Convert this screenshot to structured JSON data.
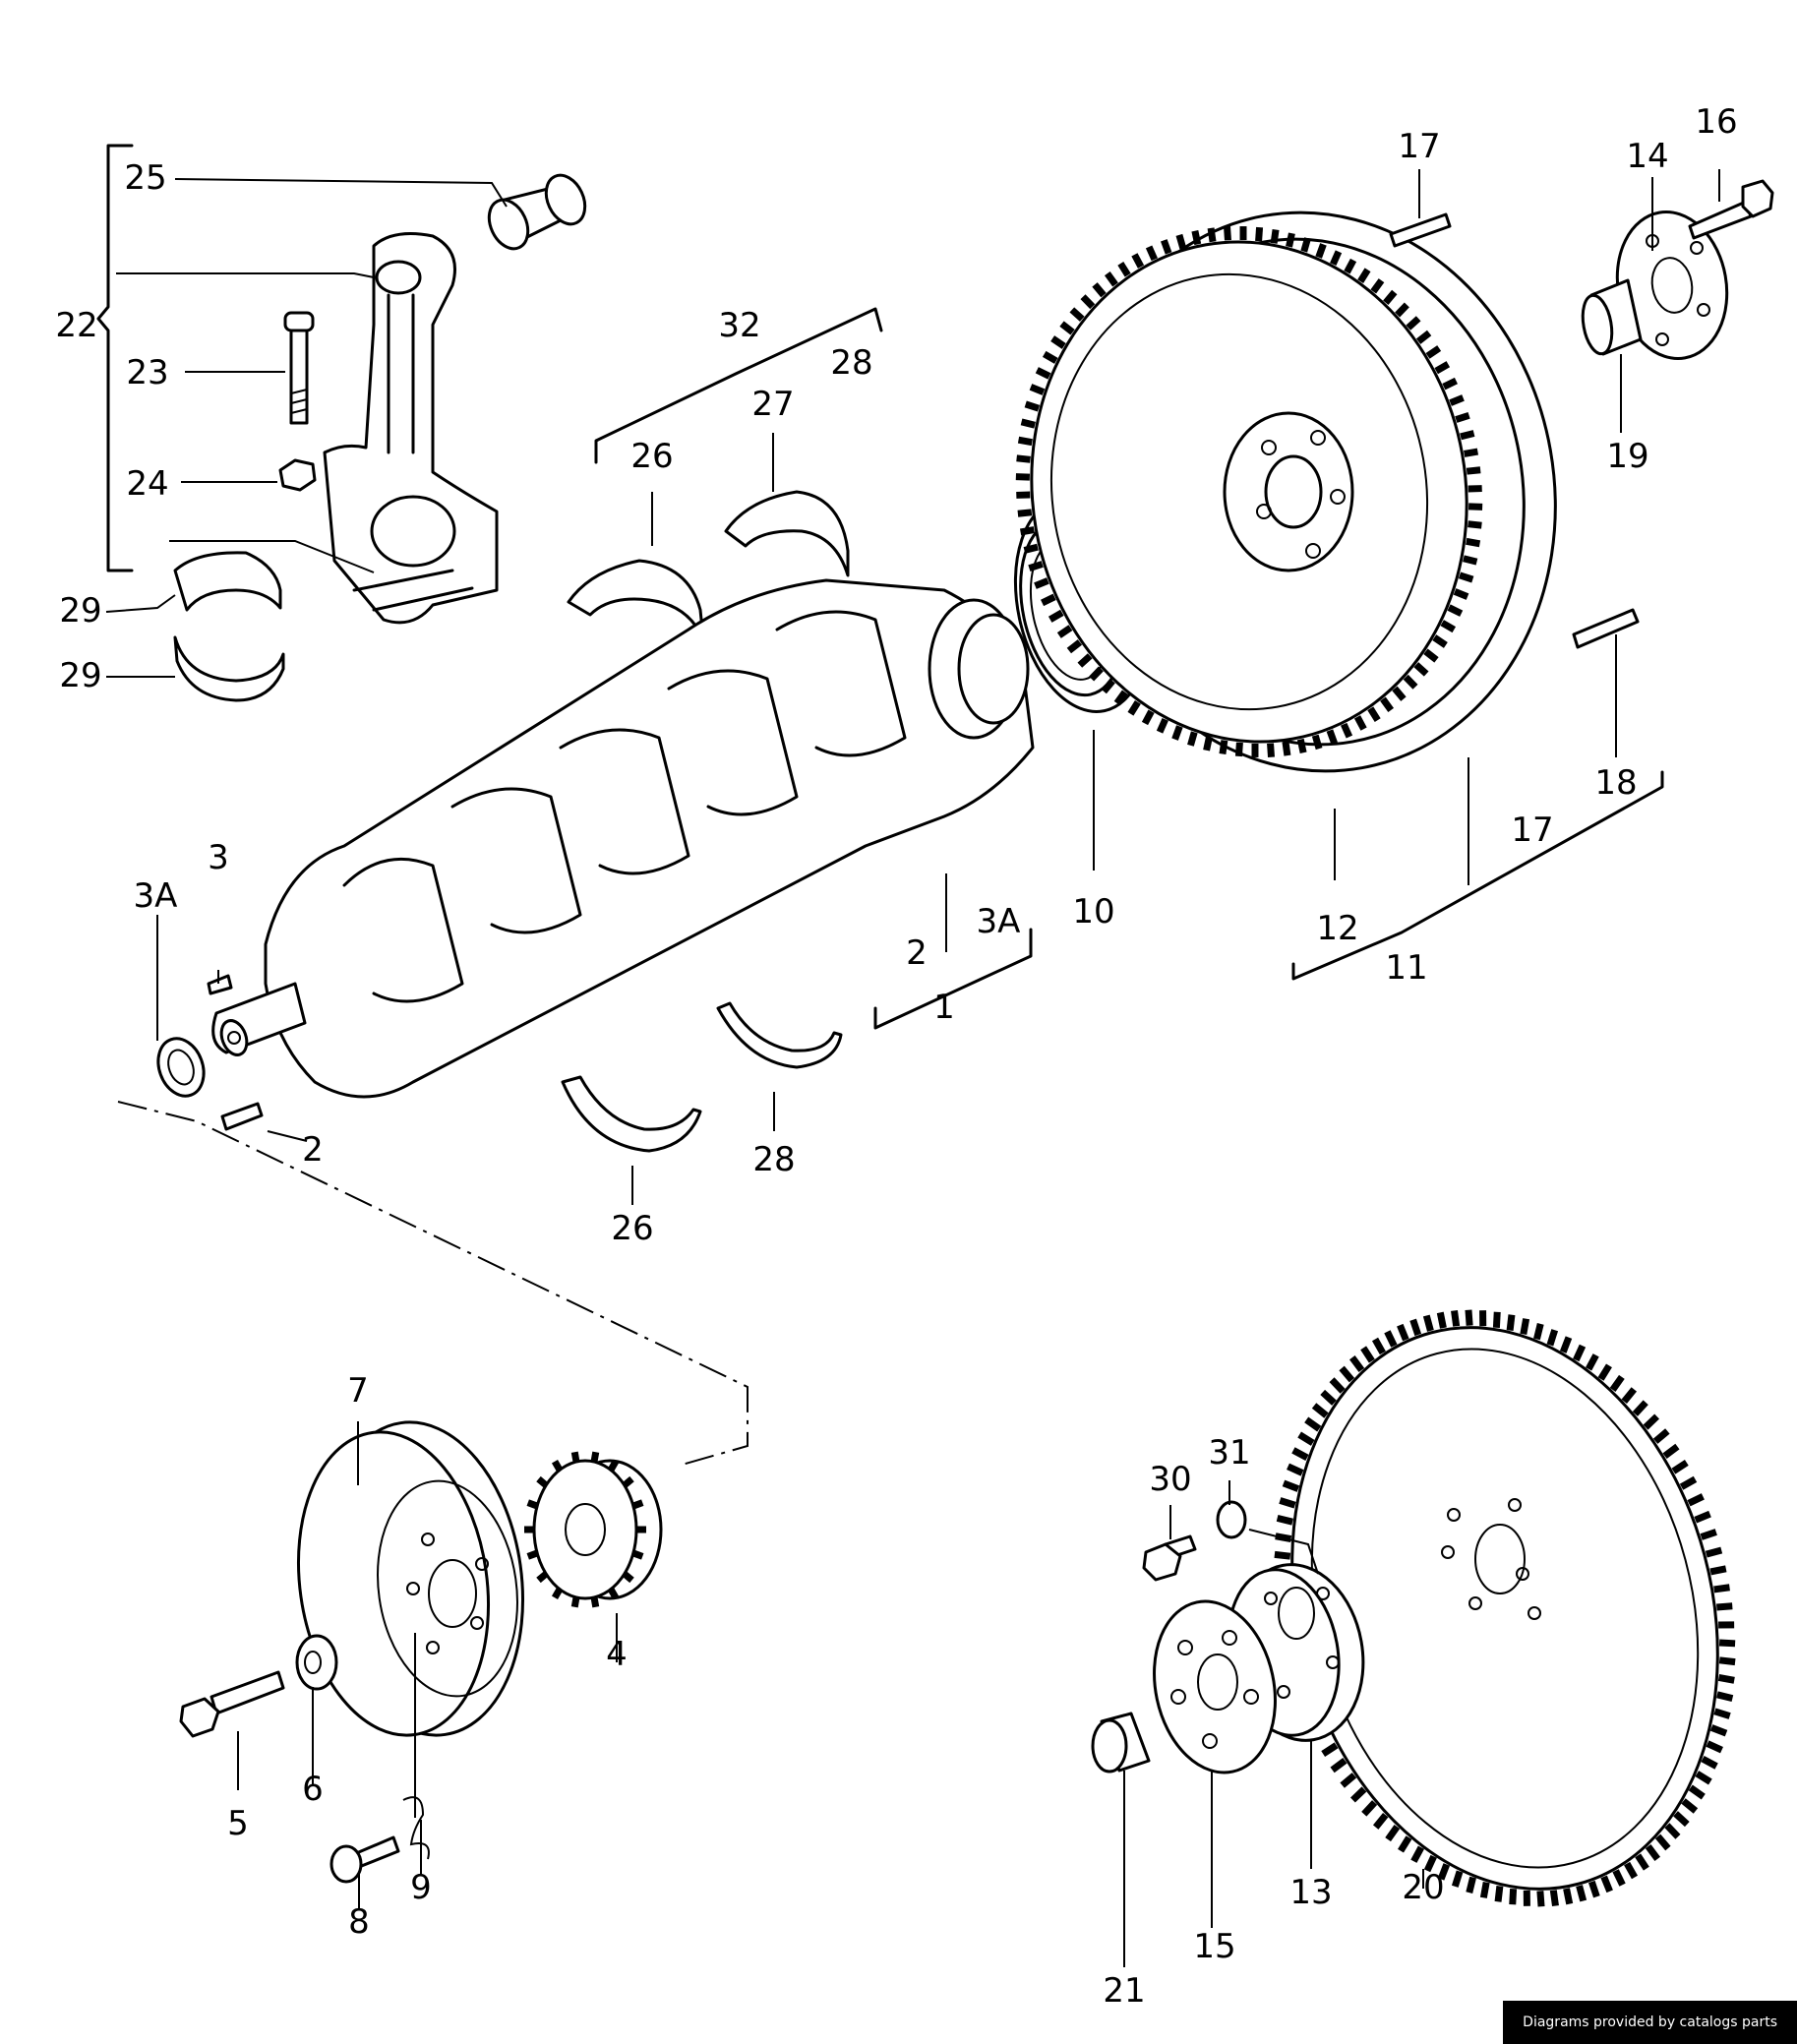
{
  "callouts": {
    "c1": "1",
    "c2a": "2",
    "c2b": "2",
    "c3": "3",
    "c3a_a": "3A",
    "c3a_b": "3A",
    "c4": "4",
    "c5": "5",
    "c6": "6",
    "c7": "7",
    "c8": "8",
    "c9": "9",
    "c10": "10",
    "c11": "11",
    "c12": "12",
    "c13": "13",
    "c14": "14",
    "c15": "15",
    "c16": "16",
    "c17a": "17",
    "c17b": "17",
    "c18": "18",
    "c19": "19",
    "c20": "20",
    "c21": "21",
    "c22": "22",
    "c23": "23",
    "c24": "24",
    "c25": "25",
    "c26a": "26",
    "c26b": "26",
    "c27": "27",
    "c28a": "28",
    "c28b": "28",
    "c29a": "29",
    "c29b": "29",
    "c30": "30",
    "c31": "31",
    "c32": "32"
  },
  "credit": "Diagrams provided by catalogs parts"
}
